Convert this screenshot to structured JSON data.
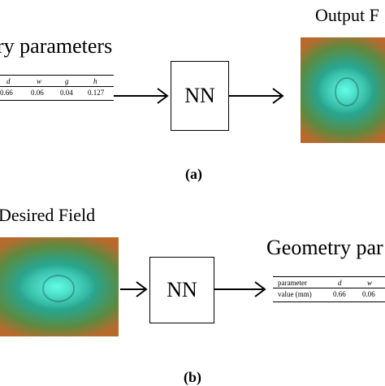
{
  "panel_a": {
    "input_title": "ry  parameters",
    "output_title": "Output F",
    "nn_label": "NN",
    "caption": "(a)",
    "table": {
      "headers": [
        "d",
        "w",
        "g",
        "h"
      ],
      "values": [
        "0.66",
        "0.06",
        "0.04",
        "0.127"
      ]
    }
  },
  "panel_b": {
    "input_title": "Desired Field",
    "output_title": "Geometry  par",
    "nn_label": "NN",
    "caption": "(b)",
    "table": {
      "row_labels": [
        "parameter",
        "value (mm)"
      ],
      "headers": [
        "d",
        "w"
      ],
      "values": [
        "0.66",
        "0.06"
      ]
    }
  },
  "colors": {
    "field_center": "#64ffe6",
    "field_mid": "#2aa48c",
    "field_edge": "#b86a2c"
  }
}
